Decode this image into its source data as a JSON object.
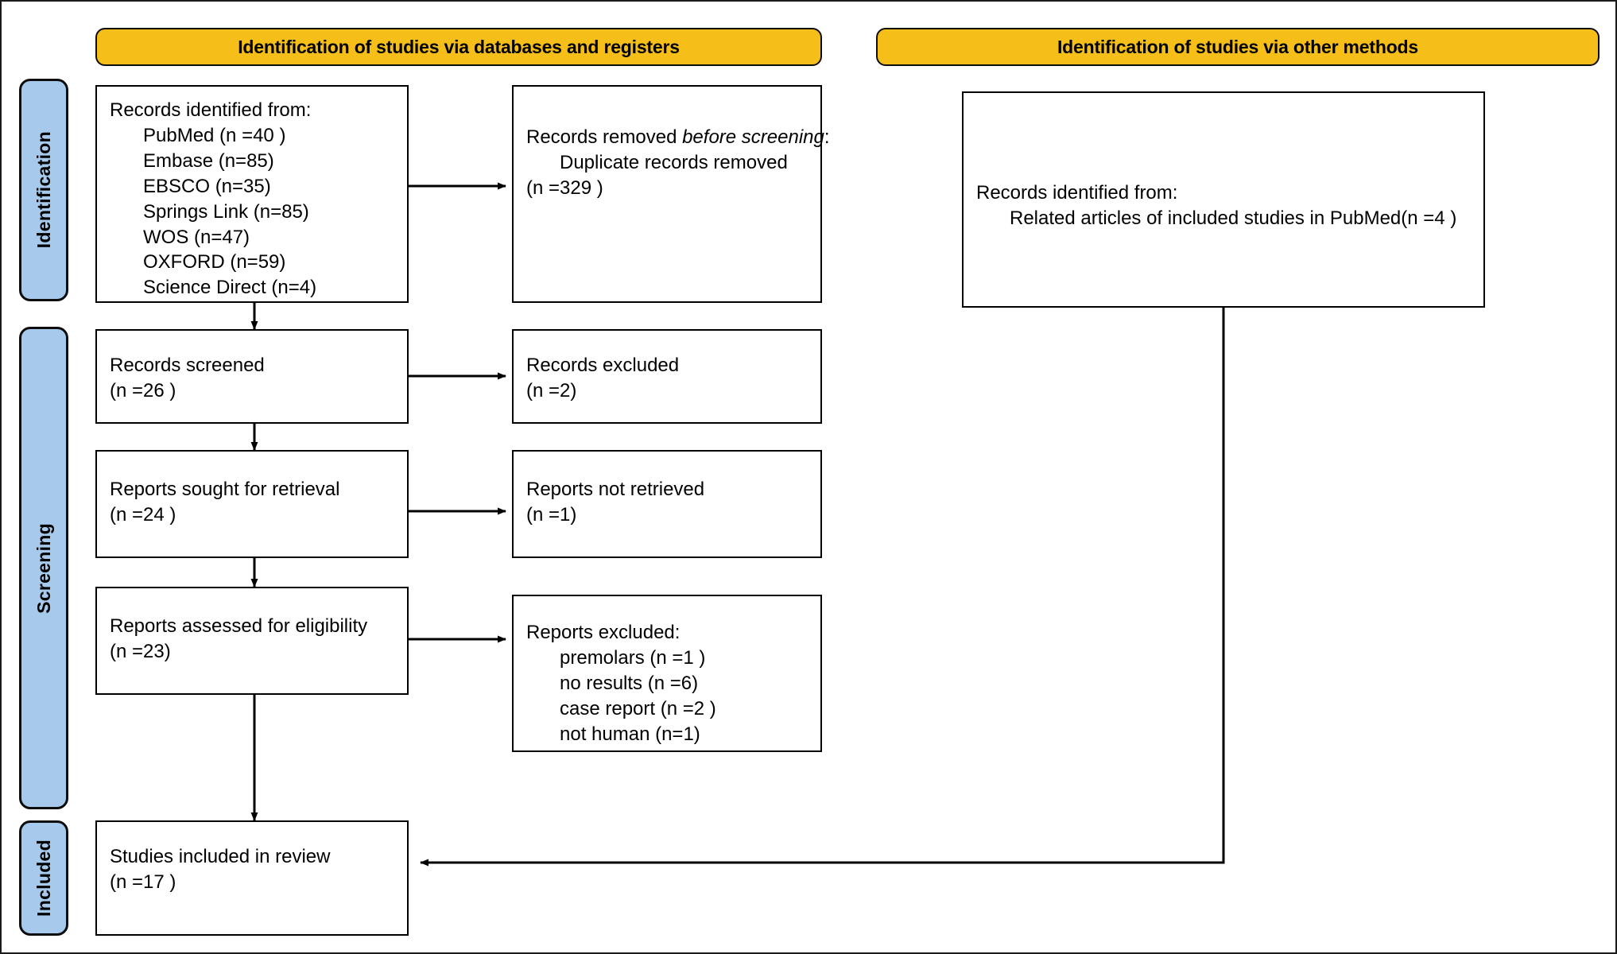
{
  "diagram": {
    "type": "prisma-flow-diagram",
    "colors": {
      "header_fill": "#F5BE18",
      "sidebar_fill": "#A6C9EC",
      "border": "#000000",
      "background": "#FFFFFF"
    },
    "headers": {
      "databases": "Identification of studies via databases and registers",
      "other": "Identification of studies via other methods"
    },
    "phases": [
      {
        "key": "identification",
        "label": "Identification"
      },
      {
        "key": "screening",
        "label": "Screening"
      },
      {
        "key": "included",
        "label": "Included"
      }
    ],
    "boxes": {
      "records_identified": {
        "title": "Records identified from:",
        "items": [
          "PubMed (n =40 )",
          "Embase (n=85)",
          "EBSCO (n=35)",
          "Springs Link (n=85)",
          "WOS (n=47)",
          "OXFORD (n=59)",
          "Science Direct (n=4)"
        ]
      },
      "records_removed": {
        "title_plain": "Records removed ",
        "title_italic": "before screening",
        "title_colon": ":",
        "items": [
          "Duplicate records removed",
          "(n =329 )"
        ]
      },
      "records_screened": {
        "title": "Records screened",
        "count": "(n =26 )"
      },
      "records_excluded": {
        "title": "Records excluded",
        "count": "(n =2)"
      },
      "reports_sought": {
        "title": "Reports sought for retrieval",
        "count": "(n =24 )"
      },
      "reports_not_retrieved": {
        "title": "Reports not retrieved",
        "count": "(n =1)"
      },
      "reports_assessed": {
        "title": "Reports assessed for eligibility",
        "count": "(n =23)"
      },
      "reports_excluded": {
        "title": "Reports excluded:",
        "items": [
          "premolars (n =1 )",
          "no results (n =6)",
          "case report (n =2 )",
          "not human (n=1)"
        ]
      },
      "studies_included": {
        "title": "Studies included in review",
        "count": "(n =17 )"
      },
      "other_identified": {
        "title": "Records identified from:",
        "items": [
          "Related articles of included studies in PubMed(n =4 )"
        ]
      }
    }
  }
}
